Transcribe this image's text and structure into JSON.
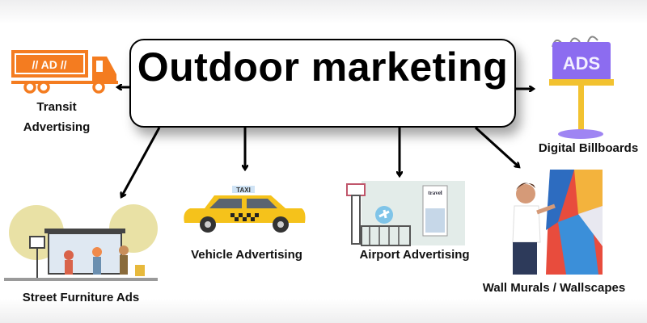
{
  "title": "Outdoor marketing",
  "nodes": {
    "transit": {
      "line1": "Transit",
      "line2": "Advertising",
      "icon_text": "// AD //"
    },
    "billboards": {
      "label": "Digital Billboards",
      "icon_text": "ADS"
    },
    "street_furniture": {
      "label": "Street Furniture Ads"
    },
    "vehicle": {
      "label": "Vehicle Advertising",
      "icon_text": "TAXI"
    },
    "airport": {
      "label": "Airport Advertising",
      "icon_text": "travel"
    },
    "murals": {
      "label": "Wall Murals / Wallscapes"
    }
  },
  "colors": {
    "truck": "#f47c20",
    "billboard": "#8c6cf0",
    "taxi": "#f5c21b",
    "arrow": "#000000"
  }
}
